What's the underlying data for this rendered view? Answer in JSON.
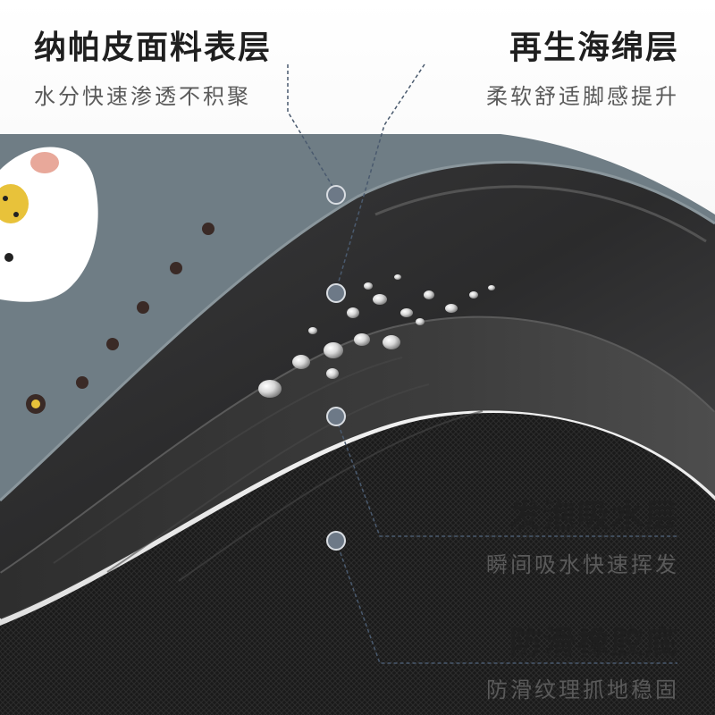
{
  "layers": [
    {
      "title": "纳帕皮面料表层",
      "subtitle": "水分快速渗透不积聚"
    },
    {
      "title": "再生海绵层",
      "subtitle": "柔软舒适脚感提升"
    },
    {
      "title": "发泡吸水层",
      "subtitle": "瞬间吸水快速挥发"
    },
    {
      "title": "防滑橡胶底",
      "subtitle": "防滑纹理抓地稳固"
    }
  ],
  "colors": {
    "surface": "#6f7d85",
    "sponge": "#2a2a2b",
    "foam": "#353535",
    "rubber": "#1c1c1c",
    "connector": "#4a5a6e",
    "marker": "#6d7987"
  }
}
